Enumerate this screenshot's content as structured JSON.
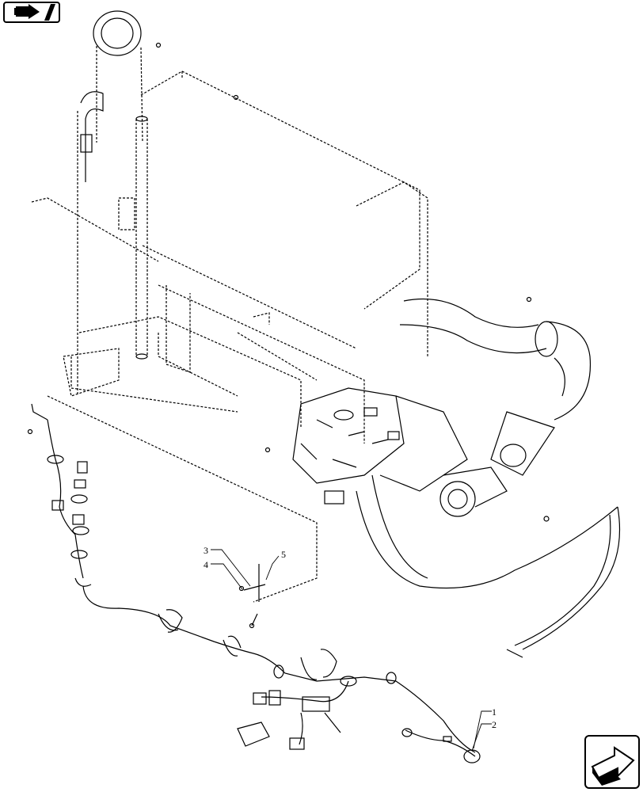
{
  "nav": {
    "back_icon": "return-arrow-icon",
    "next_icon": "forward-page-icon"
  },
  "callouts": [
    {
      "id": "1",
      "label": "1"
    },
    {
      "id": "2",
      "label": "2"
    },
    {
      "id": "3",
      "label": "3"
    },
    {
      "id": "4",
      "label": "4"
    },
    {
      "id": "5",
      "label": "5"
    }
  ]
}
